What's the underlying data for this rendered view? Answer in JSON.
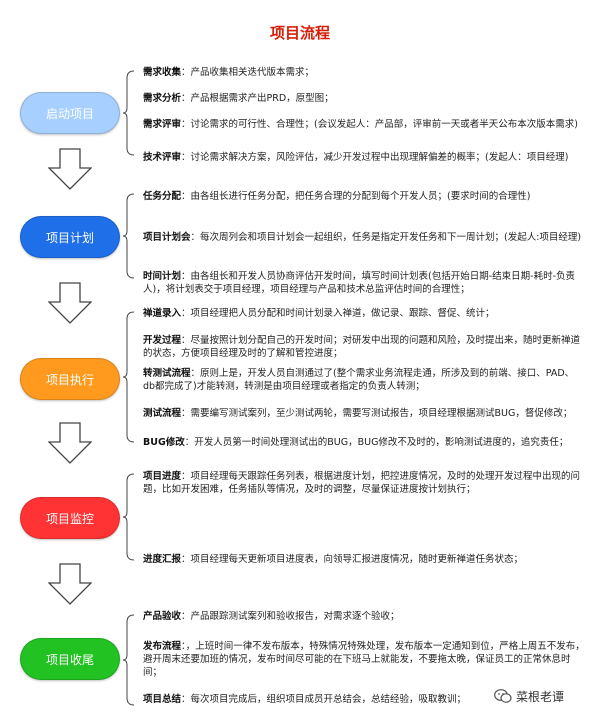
{
  "title": "项目流程",
  "colors": {
    "title": "#d81e06",
    "stage1": "#a7cfff",
    "stage2": "#1f6fe8",
    "stage3": "#ff9a1e",
    "stage4": "#ff3333",
    "stage5": "#22c222"
  },
  "stages": [
    {
      "label": "启动项目",
      "items": [
        {
          "term": "需求收集",
          "text": "：产品收集相关迭代版本需求；"
        },
        {
          "term": "需求分析",
          "text": "：产品根据需求产出PRD，原型图；"
        },
        {
          "term": "需求评审",
          "text": "：讨论需求的可行性、合理性；(会议发起人：产品部，评审前一天或者半天公布本次版本需求)"
        },
        {
          "term": "技术评审",
          "text": "：讨论需求解决方案，风险评估，减少开发过程中出现理解偏差的概率；(发起人：项目经理)"
        }
      ]
    },
    {
      "label": "项目计划",
      "items": [
        {
          "term": "任务分配",
          "text": "：由各组长进行任务分配，把任务合理的分配到每个开发人员；(要求时间的合理性)"
        },
        {
          "term": "项目计划会",
          "text": "：每次周列会和项目计划会一起组织，任务是指定开发任务和下一周计划；(发起人:项目经理)"
        },
        {
          "term": "时间计划",
          "text": "：由各组长和开发人员协商评估开发时间，填写时间计划表(包括开始日期-结束日期-耗时-负责人)，将计划表交于项目经理，项目经理与产品和技术总监评估时间的合理性；"
        }
      ]
    },
    {
      "label": "项目执行",
      "items": [
        {
          "term": "禅道录入",
          "text": "：项目经理把人员分配和时间计划录入禅道，做记录、跟踪、督促、统计；"
        },
        {
          "term": "开发过程",
          "text": "：尽量按照计划分配自己的开发时间；对研发中出现的问题和风险，及时提出来，随时更新禅道的状态，方便项目经理及时的了解和管控进度；"
        },
        {
          "term": "转测试流程",
          "text": "：原则上是，开发人员自测通过了(整个需求业务流程走通，所涉及到的前端、接口、PAD、db都完成了)才能转测，转测是由项目经理或者指定的负责人转测；"
        },
        {
          "term": "测试流程",
          "text": "：需要编写测试案列，至少测试两轮，需要写测试报告，项目经理根据测试BUG，督促修改；"
        },
        {
          "term": "BUG修改",
          "text": "：开发人员第一时间处理测试出的BUG，BUG修改不及时的，影响测试进度的，追究责任；"
        }
      ]
    },
    {
      "label": "项目监控",
      "items": [
        {
          "term": "项目进度",
          "text": "：项目经理每天跟踪任务列表，根据进度计划，把控进度情况，及时的处理开发过程中出现的问题，比如开发困难，任务插队等情况，及时的调整，尽量保证进度按计划执行；"
        },
        {
          "term": "进度汇报",
          "text": "：项目经理每天更新项目进度表，向领导汇报进度情况，随时更新禅道任务状态；"
        }
      ]
    },
    {
      "label": "项目收尾",
      "items": [
        {
          "term": "产品验收",
          "text": "：产品跟踪测试案列和验收报告，对需求逐个验收；"
        },
        {
          "term": "发布流程",
          "text": "：，上班时间一律不发布版本，特殊情况特殊处理，发布版本一定通知到位，严格上周五不发布，避开周末还要加班的情况，发布时间尽可能的在下班马上就能发，不要拖太晚，保证员工的正常休息时间；"
        },
        {
          "term": "项目总结",
          "text": "：每次项目完成后，组织项目成员开总结会，总结经验，吸取教训；"
        }
      ]
    }
  ],
  "watermark": {
    "text": "菜根老谭"
  }
}
